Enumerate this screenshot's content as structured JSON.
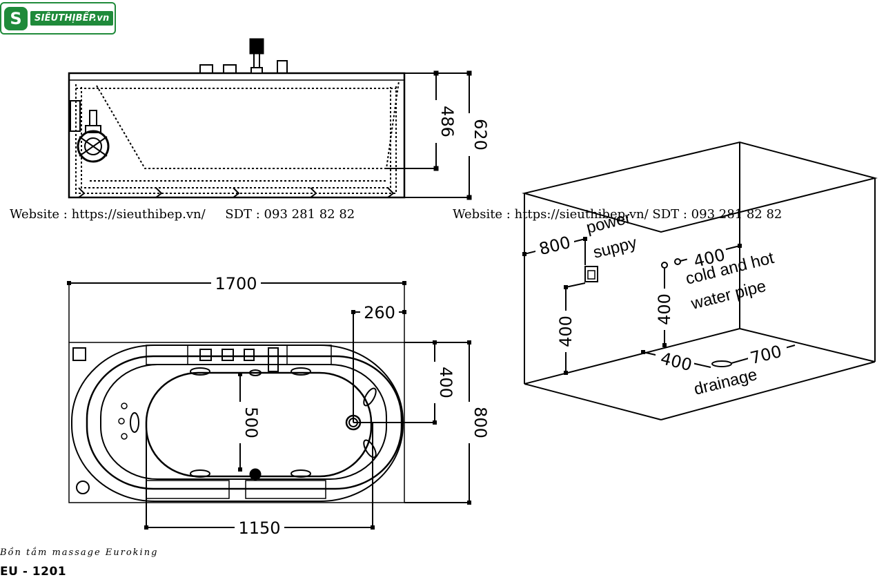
{
  "logo": {
    "mark": "S",
    "text": "SIÊUTHỊBẾP.vn"
  },
  "watermark": {
    "left": "Website : https://sieuthibep.vn/     SDT : 093 281 82 82",
    "right": "Website : https://sieuthibep.vn/ SDT : 093 281 82 82"
  },
  "side_view": {
    "dim_inner_height": "486",
    "dim_total_height": "620"
  },
  "top_view": {
    "dim_length": "1700",
    "dim_drain_offset": "260",
    "dim_drain_depth": "400",
    "dim_width": "800",
    "dim_inner_width": "500",
    "dim_inner_length": "1150"
  },
  "room": {
    "dim_power_offset": "800",
    "label_power": "power",
    "label_suppy": "suppy",
    "dim_power_height": "400",
    "dim_pipe_offset": "400",
    "label_cold": "cold and hot",
    "label_pipe": "water pipe",
    "dim_pipe_height": "400",
    "dim_drain_left": "400",
    "dim_drain_right": "700",
    "label_drainage": "drainage"
  },
  "product": {
    "subtitle": "Bồn tắm massage Euroking",
    "code": "EU - 1201"
  }
}
